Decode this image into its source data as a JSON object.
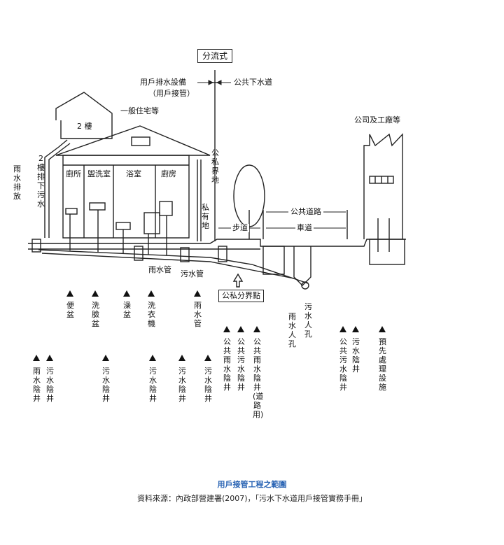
{
  "labels": {
    "split_system": "分流式",
    "user_drain_facility": "用戶排水設備",
    "user_connection": "（用戶接管）",
    "public_sewer": "公共下水道",
    "general_residence": "一般住宅等",
    "company_factory": "公司及工廠等",
    "second_floor": "2 樓",
    "second_floor_drain": "2樓排下污水",
    "rain_discharge": "雨水排放",
    "kitchen_room": "廚所",
    "washroom": "盥洗室",
    "bathroom": "浴室",
    "kitchen": "廚房",
    "public_private_boundary": "公私界地",
    "private_land": "私有地",
    "public_road": "公共道路",
    "sidewalk": "步道",
    "roadway": "車道",
    "rain_pipe": "雨水管",
    "sewage_pipe": "污水管",
    "boundary_point": "公私分界點",
    "rain_manhole": "雨水人孔",
    "sewage_manhole": "污水人孔"
  },
  "legend": {
    "upper": [
      "便盆",
      "洗臉盆",
      "澡盆",
      "洗衣機",
      "雨水管"
    ],
    "public_a": [
      "公共雨水陰井",
      "公共污水陰井",
      "公共雨水陰井(道路用)"
    ],
    "public_b": [
      "公共污水陰井",
      "污水陰井"
    ],
    "pretreatment": "預先處理設施",
    "lower": [
      "雨水陰井",
      "污水陰井",
      "污水陰井",
      "污水陰井",
      "污水陰井",
      "污水陰井"
    ]
  },
  "caption": {
    "title": "用戶接管工程之範圍",
    "source": "資料來源：內政部營建署(2007)，「污水下水道用戶接管實務手冊」"
  }
}
